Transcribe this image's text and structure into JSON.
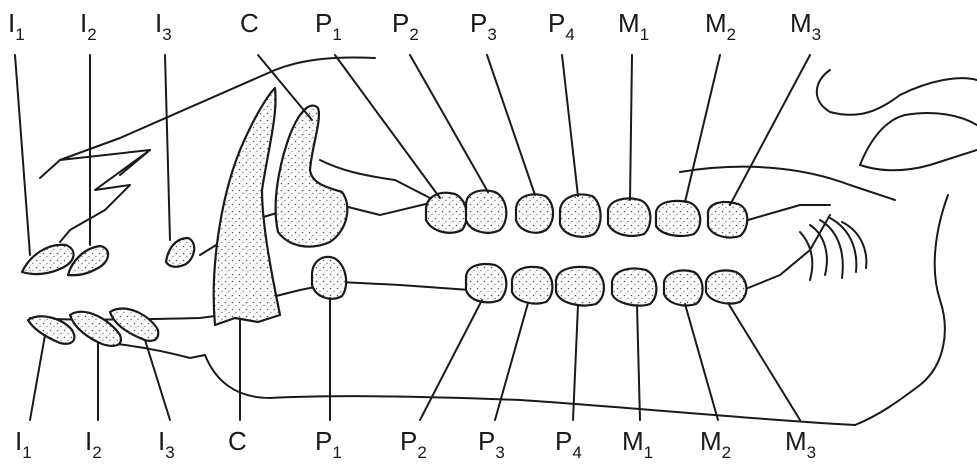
{
  "top_labels": [
    {
      "id": "upper-I1",
      "base": "I",
      "sub": "1"
    },
    {
      "id": "upper-I2",
      "base": "I",
      "sub": "2"
    },
    {
      "id": "upper-I3",
      "base": "I",
      "sub": "3"
    },
    {
      "id": "upper-C",
      "base": "C",
      "sub": ""
    },
    {
      "id": "upper-P1",
      "base": "P",
      "sub": "1"
    },
    {
      "id": "upper-P2",
      "base": "P",
      "sub": "2"
    },
    {
      "id": "upper-P3",
      "base": "P",
      "sub": "3"
    },
    {
      "id": "upper-P4",
      "base": "P",
      "sub": "4"
    },
    {
      "id": "upper-M1",
      "base": "M",
      "sub": "1"
    },
    {
      "id": "upper-M2",
      "base": "M",
      "sub": "2"
    },
    {
      "id": "upper-M3",
      "base": "M",
      "sub": "3"
    }
  ],
  "bottom_labels": [
    {
      "id": "lower-I1",
      "base": "I",
      "sub": "1"
    },
    {
      "id": "lower-I2",
      "base": "I",
      "sub": "2"
    },
    {
      "id": "lower-I3",
      "base": "I",
      "sub": "3"
    },
    {
      "id": "lower-C",
      "base": "C",
      "sub": ""
    },
    {
      "id": "lower-P1",
      "base": "P",
      "sub": "1"
    },
    {
      "id": "lower-P2",
      "base": "P",
      "sub": "2"
    },
    {
      "id": "lower-P3",
      "base": "P",
      "sub": "3"
    },
    {
      "id": "lower-P4",
      "base": "P",
      "sub": "4"
    },
    {
      "id": "lower-M1",
      "base": "M",
      "sub": "1"
    },
    {
      "id": "lower-M2",
      "base": "M",
      "sub": "2"
    },
    {
      "id": "lower-M3",
      "base": "M",
      "sub": "3"
    }
  ]
}
